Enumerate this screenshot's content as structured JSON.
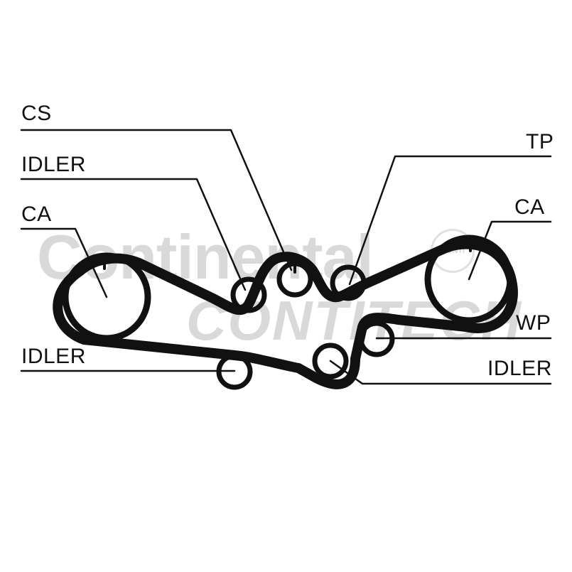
{
  "labels": {
    "cs": "CS",
    "tp": "TP",
    "idler_left_top": "IDLER",
    "ca_left": "CA",
    "ca_right": "CA",
    "wp": "WP",
    "idler_left_bottom": "IDLER",
    "idler_right_bottom": "IDLER"
  },
  "watermark": {
    "brand_top": "Continental",
    "brand_bottom": "CONTITECH",
    "seal": "CONTI"
  },
  "colors": {
    "ink": "#111111",
    "watermark": "#d9d9d9",
    "background": "#ffffff"
  }
}
